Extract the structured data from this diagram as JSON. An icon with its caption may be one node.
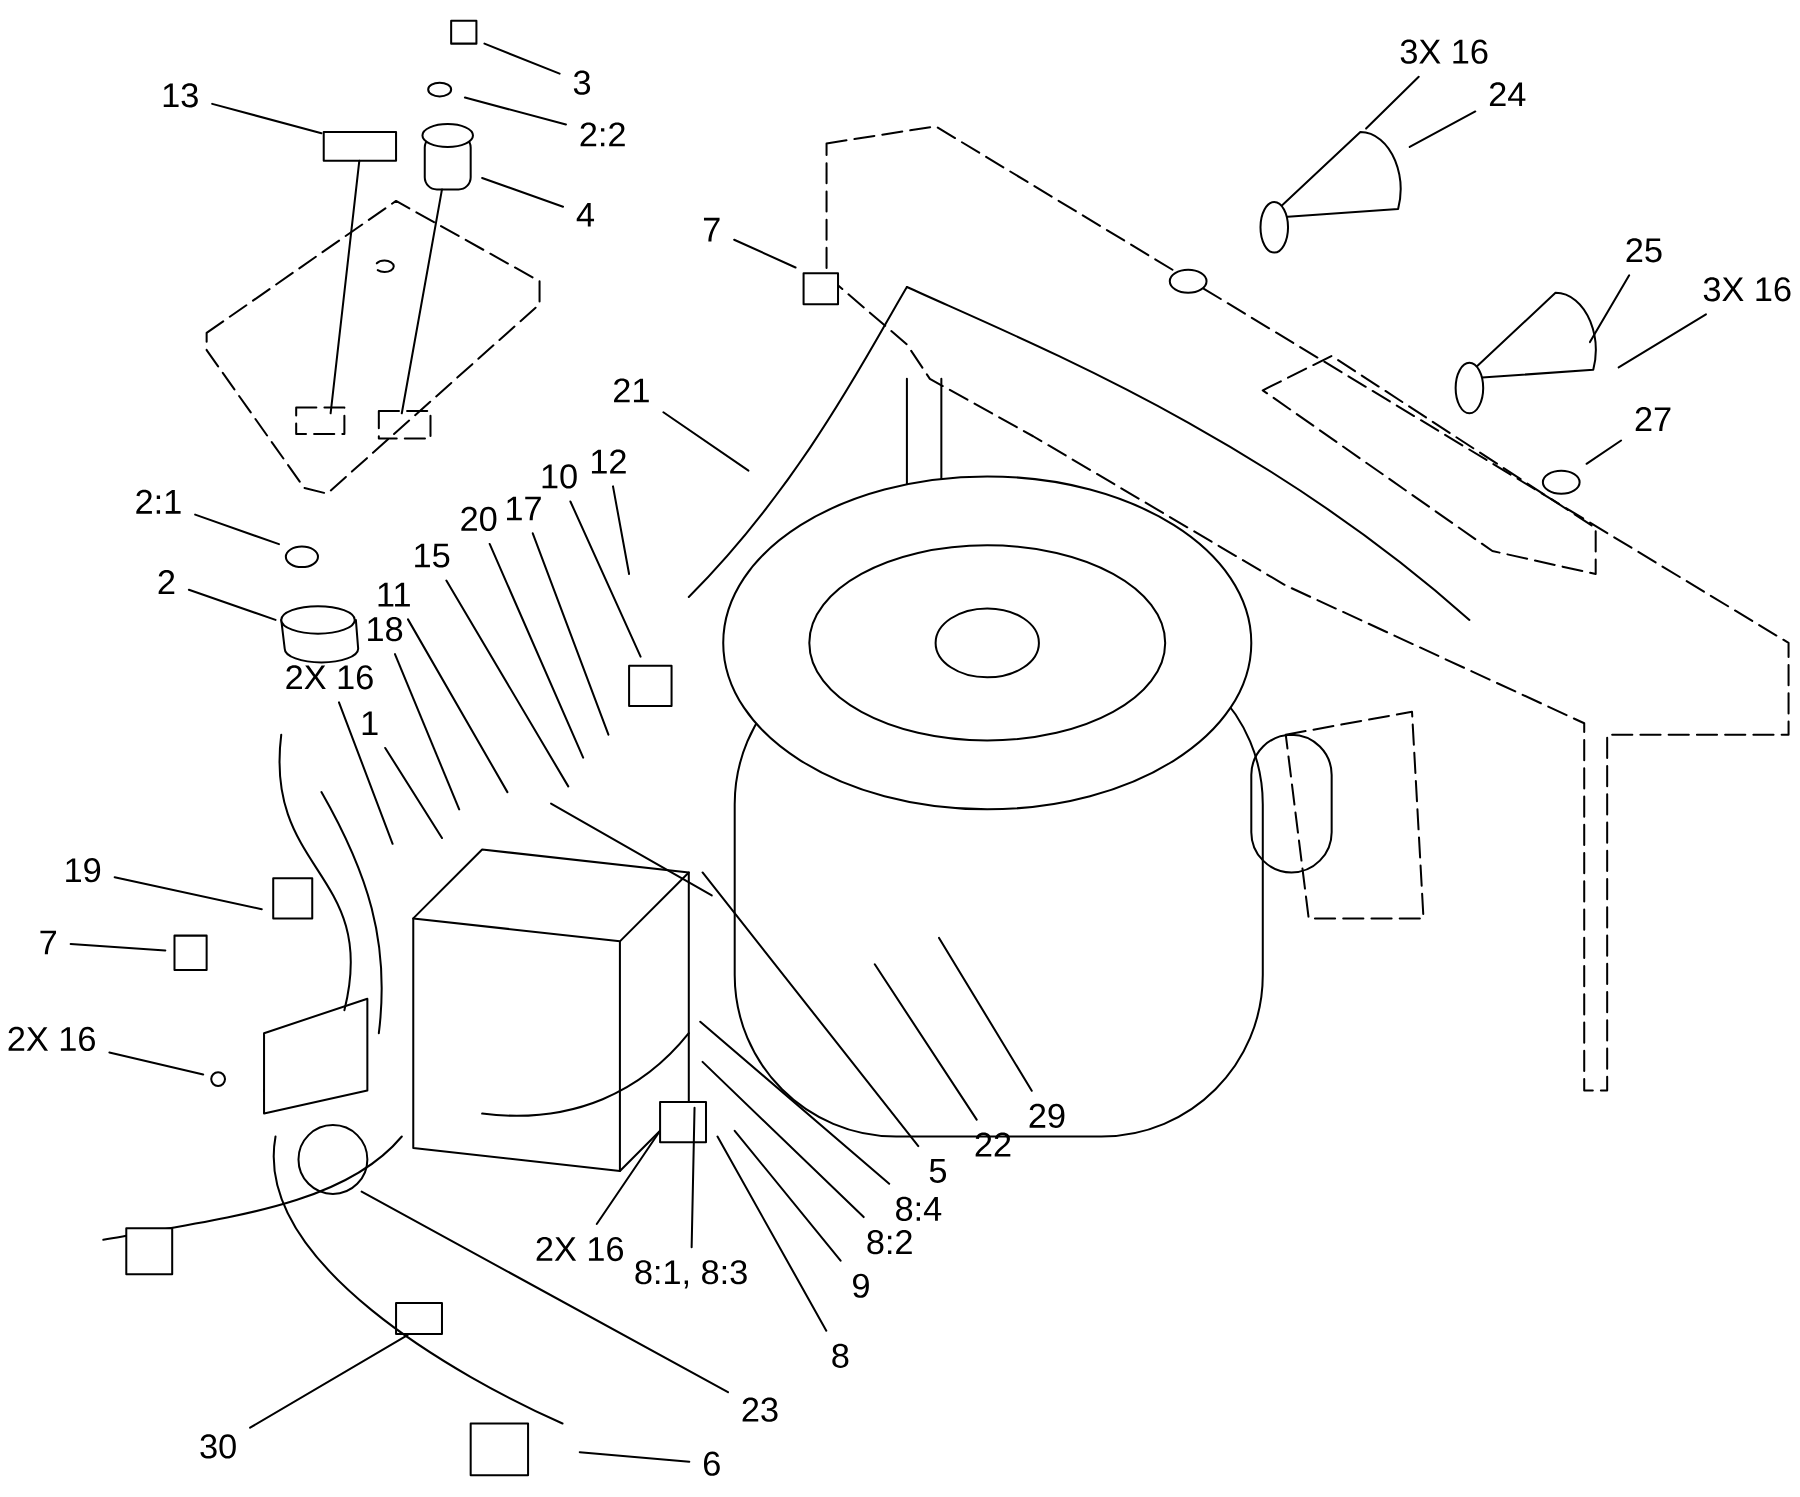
{
  "diagram": {
    "nodes": [
      {
        "text": [
          "3"
        ]
      },
      {
        "text": [
          "2:2"
        ]
      },
      {
        "text": [
          "13"
        ]
      },
      {
        "text": [
          "4"
        ]
      },
      {
        "text": [
          "7"
        ]
      },
      {
        "text": [
          "3X 16"
        ]
      },
      {
        "text": [
          "24"
        ]
      },
      {
        "text": [
          "25"
        ]
      },
      {
        "text": [
          "3X 16"
        ]
      },
      {
        "text": [
          "27"
        ]
      },
      {
        "text": [
          "21"
        ]
      },
      {
        "text": [
          "12"
        ]
      },
      {
        "text": [
          "10"
        ]
      },
      {
        "text": [
          "17"
        ]
      },
      {
        "text": [
          "20"
        ]
      },
      {
        "text": [
          "15"
        ]
      },
      {
        "text": [
          "11"
        ]
      },
      {
        "text": [
          "18"
        ]
      },
      {
        "text": [
          "2X 16"
        ]
      },
      {
        "text": [
          "1"
        ]
      },
      {
        "text": [
          "2:1"
        ]
      },
      {
        "text": [
          "2"
        ]
      },
      {
        "text": [
          "19"
        ]
      },
      {
        "text": [
          "7"
        ]
      },
      {
        "text": [
          "2X 16"
        ]
      },
      {
        "text": [
          "30"
        ]
      },
      {
        "text": [
          "6"
        ]
      },
      {
        "text": [
          "23"
        ]
      },
      {
        "text": [
          "2X 16"
        ]
      },
      {
        "text": [
          "8:1, 8:3"
        ]
      },
      {
        "text": [
          "8"
        ]
      },
      {
        "text": [
          "9"
        ]
      },
      {
        "text": [
          "8:2"
        ]
      },
      {
        "text": [
          "8:4"
        ]
      },
      {
        "text": [
          "5"
        ]
      },
      {
        "text": [
          "22"
        ]
      },
      {
        "text": [
          "29"
        ]
      }
    ],
    "edges": [
      {
        "from": 0,
        "to": null,
        "arrow": "none"
      },
      {
        "from": 1,
        "to": null,
        "arrow": "none"
      },
      {
        "from": 2,
        "to": null,
        "arrow": "none"
      },
      {
        "from": 3,
        "to": null,
        "arrow": "none"
      },
      {
        "from": 4,
        "to": null,
        "arrow": "none"
      },
      {
        "from": 5,
        "to": null,
        "arrow": "none"
      },
      {
        "from": 6,
        "to": null,
        "arrow": "none"
      },
      {
        "from": 7,
        "to": null,
        "arrow": "none"
      },
      {
        "from": 8,
        "to": null,
        "arrow": "none"
      },
      {
        "from": 9,
        "to": null,
        "arrow": "none"
      },
      {
        "from": 10,
        "to": null,
        "arrow": "none"
      },
      {
        "from": 11,
        "to": null,
        "arrow": "none"
      },
      {
        "from": 12,
        "to": null,
        "arrow": "none"
      },
      {
        "from": 13,
        "to": null,
        "arrow": "none"
      },
      {
        "from": 14,
        "to": null,
        "arrow": "none"
      },
      {
        "from": 15,
        "to": null,
        "arrow": "none"
      },
      {
        "from": 16,
        "to": null,
        "arrow": "none"
      },
      {
        "from": 17,
        "to": null,
        "arrow": "none"
      },
      {
        "from": 18,
        "to": null,
        "arrow": "none"
      },
      {
        "from": 19,
        "to": null,
        "arrow": "none"
      },
      {
        "from": 20,
        "to": null,
        "arrow": "none"
      },
      {
        "from": 21,
        "to": null,
        "arrow": "none"
      },
      {
        "from": 22,
        "to": null,
        "arrow": "none"
      },
      {
        "from": 23,
        "to": null,
        "arrow": "none"
      },
      {
        "from": 24,
        "to": null,
        "arrow": "none"
      },
      {
        "from": 25,
        "to": null,
        "arrow": "none"
      },
      {
        "from": 26,
        "to": null,
        "arrow": "none"
      },
      {
        "from": 27,
        "to": null,
        "arrow": "none"
      },
      {
        "from": 28,
        "to": null,
        "arrow": "none"
      },
      {
        "from": 29,
        "to": null,
        "arrow": "none"
      },
      {
        "from": 30,
        "to": null,
        "arrow": "none"
      },
      {
        "from": 31,
        "to": null,
        "arrow": "none"
      },
      {
        "from": 32,
        "to": null,
        "arrow": "none"
      },
      {
        "from": 33,
        "to": null,
        "arrow": "none"
      },
      {
        "from": 34,
        "to": null,
        "arrow": "none"
      },
      {
        "from": 35,
        "to": null,
        "arrow": "none"
      },
      {
        "from": 36,
        "to": null,
        "arrow": "none"
      }
    ]
  }
}
